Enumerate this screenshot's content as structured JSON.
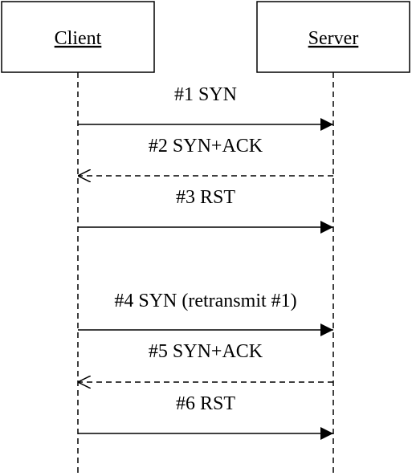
{
  "actors": [
    {
      "label": "Client"
    },
    {
      "label": "Server"
    }
  ],
  "messages": [
    {
      "label": "#1 SYN",
      "from": "Client",
      "to": "Server",
      "style": "solid",
      "arrowhead": "filled"
    },
    {
      "label": "#2 SYN+ACK",
      "from": "Server",
      "to": "Client",
      "style": "dashed",
      "arrowhead": "open"
    },
    {
      "label": "#3 RST",
      "from": "Client",
      "to": "Server",
      "style": "solid",
      "arrowhead": "filled"
    },
    {
      "label": "#4 SYN (retransmit #1)",
      "from": "Client",
      "to": "Server",
      "style": "solid",
      "arrowhead": "filled"
    },
    {
      "label": "#5 SYN+ACK",
      "from": "Server",
      "to": "Client",
      "style": "dashed",
      "arrowhead": "open"
    },
    {
      "label": "#6 RST",
      "from": "Client",
      "to": "Server",
      "style": "solid",
      "arrowhead": "filled"
    }
  ],
  "colors": {
    "line": "#000000",
    "background": "#ffffff"
  }
}
